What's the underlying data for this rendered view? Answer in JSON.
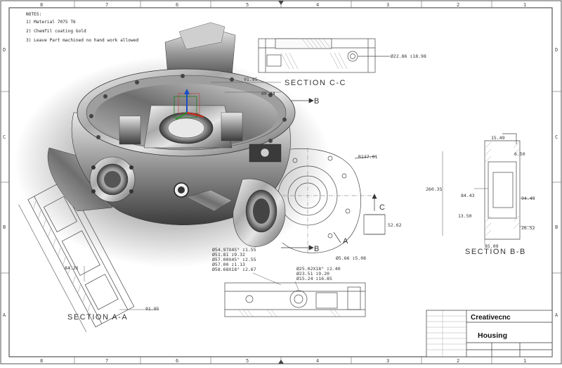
{
  "ruler": {
    "columns": [
      "8",
      "7",
      "6",
      "5",
      "4",
      "3",
      "2",
      "1"
    ],
    "rows": [
      "D",
      "C",
      "B",
      "A"
    ]
  },
  "notes": {
    "header": "NOTES:",
    "items": [
      "1) Material 7075 T6",
      "2) Chemfil coating Gold",
      "3) Leave Part machined no hand work allowed"
    ]
  },
  "sections": {
    "cc": "SECTION C-C",
    "bb": "SECTION B-B",
    "aa": "SECTION A-A"
  },
  "view_markers": {
    "b_top": "B",
    "b_bottom": "B",
    "c_right": "C",
    "a_lower": "A"
  },
  "dimensions": {
    "cc_bore": "Ø22.86 ↧18.98",
    "left_91": "91.95",
    "left_80": "80.44",
    "radius": "R137.01",
    "d_52": "52.62",
    "d_566": "Ø5.66 ↧5.08",
    "bb_1549": "15.49",
    "bb_650": "6.50",
    "bb_260": "260.35",
    "bb_8443": "84.43",
    "bb_9449": "94.49",
    "bb_1350": "13.50",
    "bb_2652": "26.52",
    "bb_8509": "85.09",
    "aa_8426": "84.26",
    "aa_9195": "91.95"
  },
  "hole_callouts": {
    "group1": [
      "Ø54.97X45° ↧1.55",
      "Ø51.81 ↧9.32",
      "Ø57.00X45° ↧2.55",
      "Ø57.00 ↧1.13",
      "Ø58.68X18° ↧2.67"
    ],
    "group2": [
      "Ø25.02X18° ↧2.40",
      "Ø23.51 ↧9.20",
      "Ø15.24 ↧16.85"
    ]
  },
  "title_block": {
    "company": "Creativecnc",
    "title": "Housing"
  }
}
